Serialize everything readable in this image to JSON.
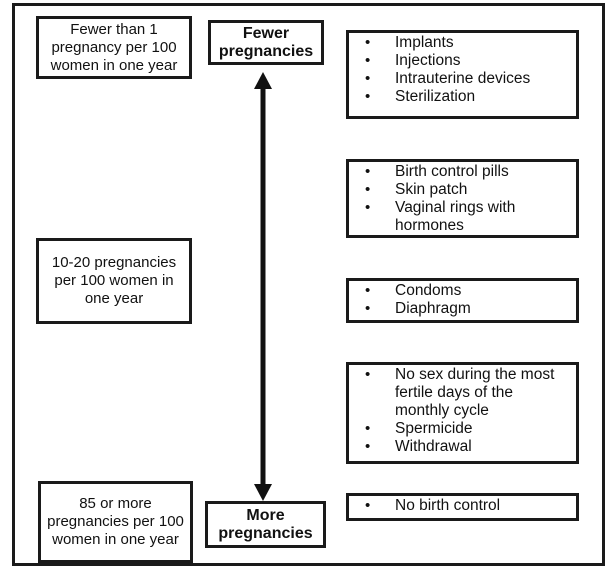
{
  "rates": {
    "top": "Fewer than 1 pregnancy per 100 women in one year",
    "middle": "10-20 pregnancies per 100 women in one year",
    "bottom": "85 or more pregnancies per 100 women in one year"
  },
  "axis": {
    "top_label": "Fewer pregnancies",
    "bottom_label": "More pregnancies"
  },
  "method_groups": [
    {
      "items": [
        "Implants",
        "Injections",
        "Intrauterine devices",
        "Sterilization"
      ]
    },
    {
      "items": [
        "Birth control pills",
        "Skin patch",
        "Vaginal rings with hormones"
      ]
    },
    {
      "items": [
        "Condoms",
        "Diaphragm"
      ]
    },
    {
      "items": [
        "No sex during the most fertile days of the monthly cycle",
        "Spermicide",
        "Withdrawal"
      ]
    },
    {
      "items": [
        "No birth control"
      ]
    }
  ]
}
